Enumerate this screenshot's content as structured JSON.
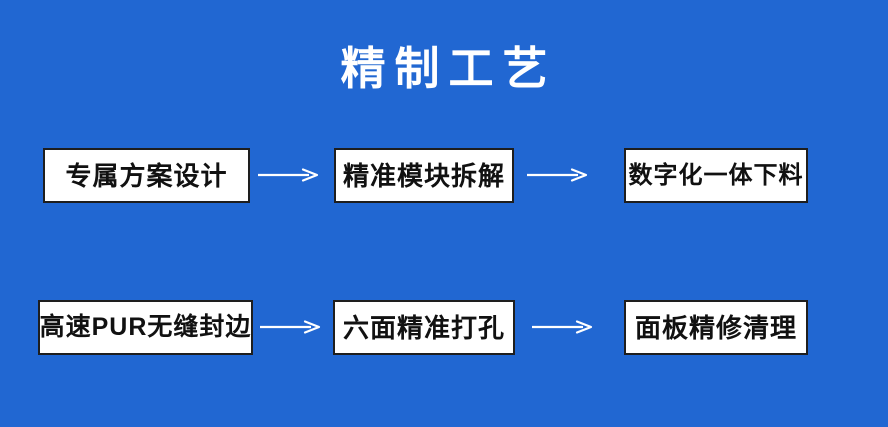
{
  "page": {
    "title": "精制工艺",
    "colors": {
      "background": "#2167d2",
      "box_background": "#ffffff",
      "box_border": "#1e1e1e",
      "box_text": "#111111",
      "title_text": "#ffffff",
      "arrow": "#ffffff"
    }
  },
  "flow": {
    "rows": [
      {
        "steps": [
          {
            "label": "专属方案设计"
          },
          {
            "label": "精准模块拆解"
          },
          {
            "label": "数字化一体下料"
          }
        ]
      },
      {
        "steps": [
          {
            "label": "高速PUR无缝封边"
          },
          {
            "label": "六面精准打孔"
          },
          {
            "label": "面板精修清理"
          }
        ]
      }
    ]
  }
}
